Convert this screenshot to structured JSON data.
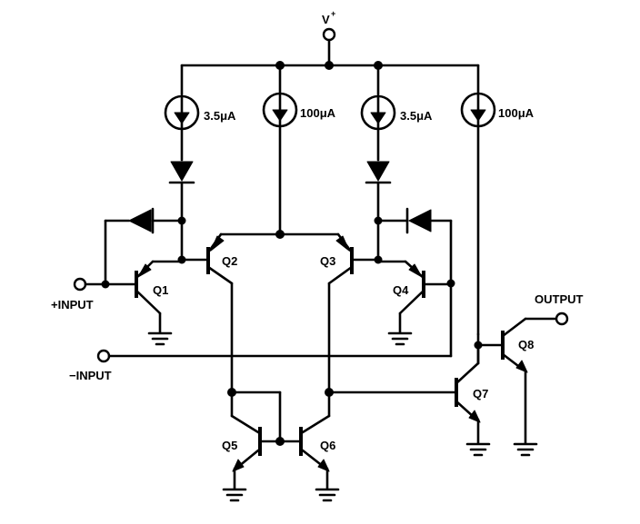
{
  "labels": {
    "vplus": "V",
    "vplus_sup": "+",
    "plus_input": "+INPUT",
    "minus_input": "−INPUT",
    "output": "OUTPUT",
    "src1": "3.5μA",
    "src2": "100μA",
    "src3": "3.5μA",
    "src4": "100μA",
    "q1": "Q1",
    "q2": "Q2",
    "q3": "Q3",
    "q4": "Q4",
    "q5": "Q5",
    "q6": "Q6",
    "q7": "Q7",
    "q8": "Q8"
  },
  "icons": {
    "current_source": "current-source-icon",
    "diode": "diode-icon",
    "ground": "ground-icon",
    "pnp_transistor": "pnp-transistor-icon",
    "npn_transistor": "npn-transistor-icon"
  }
}
